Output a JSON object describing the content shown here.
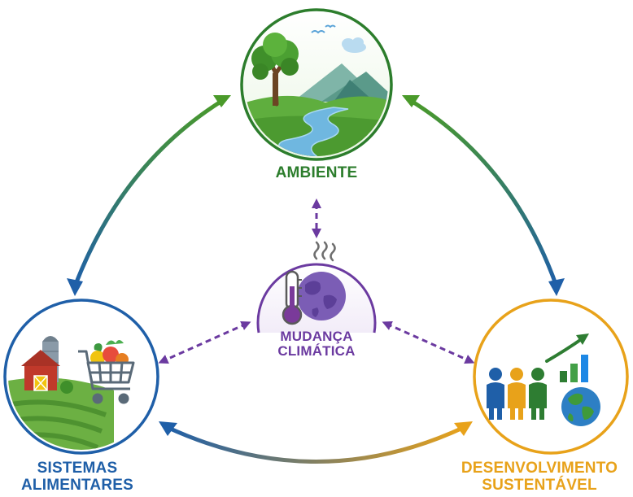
{
  "nodes": {
    "ambiente": {
      "title": "AMBIENTE",
      "color": "#2c7d2c"
    },
    "mudanca": {
      "line1": "MUDANÇA",
      "line2": "CLIMÁTICA",
      "color": "#6b3aa0"
    },
    "sistemas": {
      "line1": "SISTEMAS",
      "line2": "ALIMENTARES",
      "color": "#1f5fa8"
    },
    "desenvolvimento": {
      "line1": "DESENVOLVIMENTO",
      "line2": "SUSTENTÁVEL",
      "color": "#e8a21a"
    }
  },
  "colors": {
    "green": "#4a9a2a",
    "blue": "#1f5fa8",
    "orange": "#e8a21a",
    "purple": "#6b3aa0"
  },
  "icons": [
    "tree-icon",
    "mountains-icon",
    "river-icon",
    "birds-icon",
    "cloud-icon",
    "thermometer-icon",
    "globe-icon",
    "heat-waves-icon",
    "barn-icon",
    "silo-icon",
    "shopping-cart-icon",
    "vegetables-icon",
    "field-icon",
    "people-icon",
    "bar-chart-icon",
    "growth-arrow-icon",
    "earth-icon"
  ]
}
